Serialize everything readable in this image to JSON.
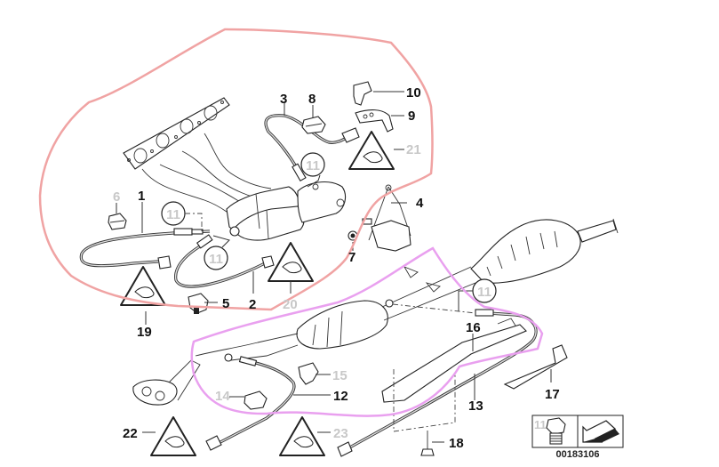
{
  "diagram": {
    "title": "Exhaust system oxygen sensors parts diagram",
    "document_number": "00183106",
    "highlight_colors": {
      "upper_group": "#f0a3a3",
      "lower_group": "#e9a0ef"
    },
    "callouts": [
      {
        "id": "1",
        "label": "1",
        "style": "main"
      },
      {
        "id": "2",
        "label": "2",
        "style": "main"
      },
      {
        "id": "3",
        "label": "3",
        "style": "main"
      },
      {
        "id": "4",
        "label": "4",
        "style": "main"
      },
      {
        "id": "5",
        "label": "5",
        "style": "main"
      },
      {
        "id": "6",
        "label": "6",
        "style": "grey"
      },
      {
        "id": "7",
        "label": "7",
        "style": "main"
      },
      {
        "id": "8",
        "label": "8",
        "style": "main"
      },
      {
        "id": "9",
        "label": "9",
        "style": "main"
      },
      {
        "id": "10",
        "label": "10",
        "style": "main"
      },
      {
        "id": "12",
        "label": "12",
        "style": "main"
      },
      {
        "id": "13",
        "label": "13",
        "style": "main"
      },
      {
        "id": "14",
        "label": "14",
        "style": "grey"
      },
      {
        "id": "15",
        "label": "15",
        "style": "grey"
      },
      {
        "id": "16",
        "label": "16",
        "style": "main"
      },
      {
        "id": "17",
        "label": "17",
        "style": "main"
      },
      {
        "id": "18",
        "label": "18",
        "style": "main"
      },
      {
        "id": "19",
        "label": "19",
        "style": "main"
      },
      {
        "id": "20",
        "label": "20",
        "style": "grey"
      },
      {
        "id": "21",
        "label": "21",
        "style": "grey"
      },
      {
        "id": "22",
        "label": "22",
        "style": "main"
      },
      {
        "id": "23",
        "label": "23",
        "style": "grey"
      }
    ],
    "circled_refs": [
      {
        "label": "11"
      },
      {
        "label": "11"
      },
      {
        "label": "11"
      },
      {
        "label": "11"
      }
    ],
    "legend": {
      "ref_label": "11",
      "icon": "plug-bolt-icon",
      "arrow_icon": "arrow-left-down-icon"
    },
    "warning_icons": [
      "warning-triangle-icon"
    ]
  }
}
